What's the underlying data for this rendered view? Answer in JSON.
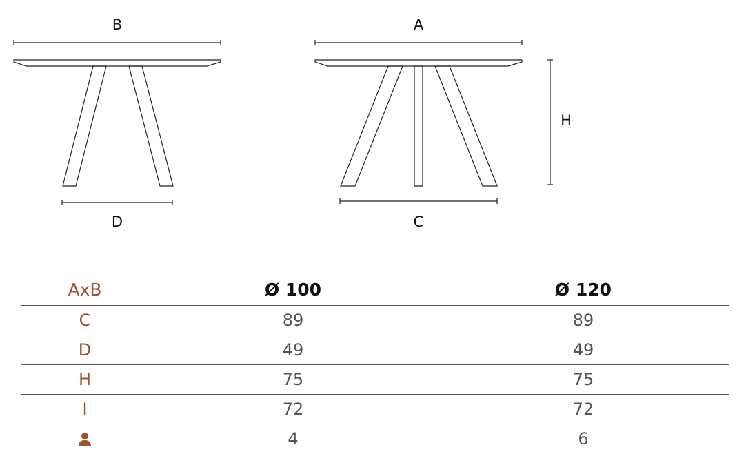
{
  "diagram": {
    "side_view": {
      "top_label": "B",
      "bottom_label": "D"
    },
    "front_view": {
      "top_label": "A",
      "bottom_label": "C",
      "height_label": "H"
    }
  },
  "table": {
    "header": {
      "row_label": "AxB",
      "col1": "Ø 100",
      "col2": "Ø 120"
    },
    "rows": [
      {
        "label": "C",
        "v1": "89",
        "v2": "89"
      },
      {
        "label": "D",
        "v1": "49",
        "v2": "49"
      },
      {
        "label": "H",
        "v1": "75",
        "v2": "75"
      },
      {
        "label": "I",
        "v1": "72",
        "v2": "72"
      },
      {
        "label": "",
        "icon": "person-icon",
        "v1": "4",
        "v2": "6"
      }
    ]
  },
  "colors": {
    "accent": "#a0522d",
    "line": "#222222",
    "text": "#555555"
  }
}
